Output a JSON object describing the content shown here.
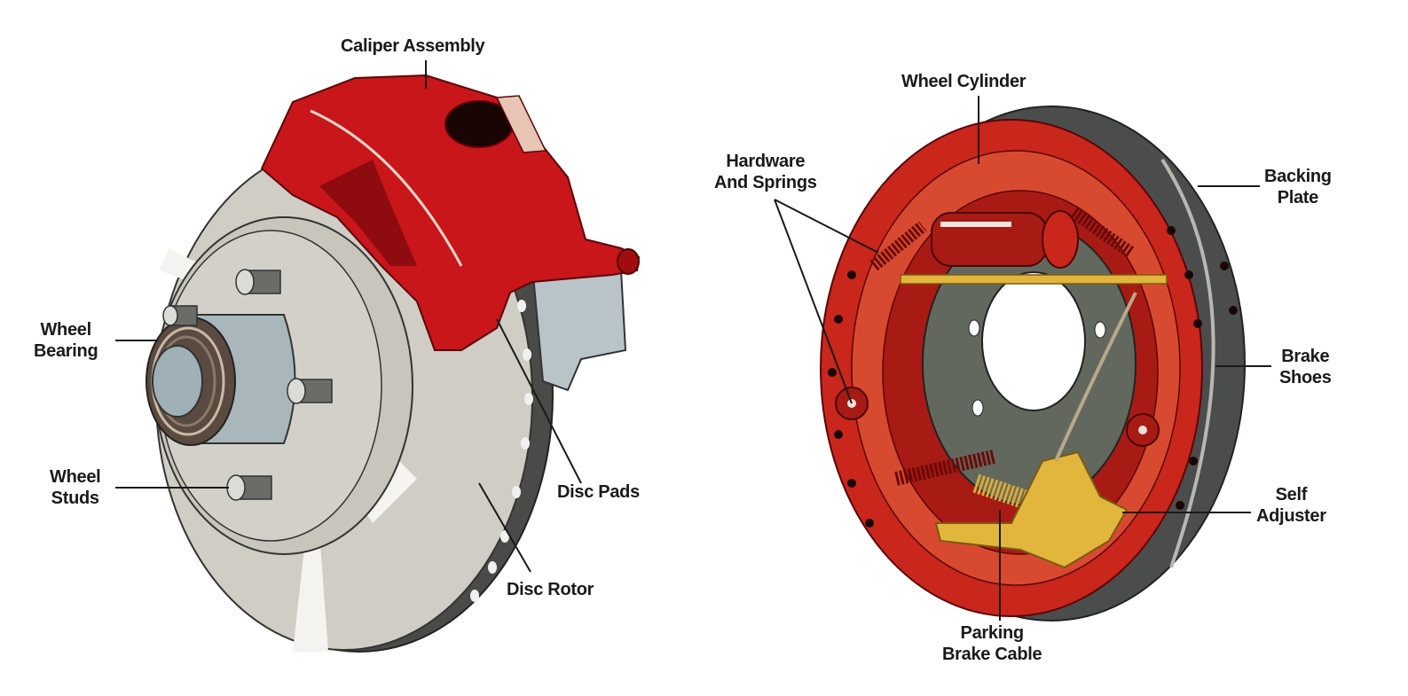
{
  "diagrams": [
    {
      "id": "disc-brake",
      "labels": {
        "caliper": "Caliper Assembly",
        "bearing": [
          "Wheel",
          "Bearing"
        ],
        "studs": [
          "Wheel",
          "Studs"
        ],
        "pads": "Disc Pads",
        "rotor": "Disc Rotor"
      }
    },
    {
      "id": "drum-brake",
      "labels": {
        "cylinder": "Wheel Cylinder",
        "hardware": [
          "Hardware",
          "And Springs"
        ],
        "backing": [
          "Backing",
          "Plate"
        ],
        "shoes": [
          "Brake",
          "Shoes"
        ],
        "adjuster": [
          "Self",
          "Adjuster"
        ],
        "cable": [
          "Parking",
          "Brake Cable"
        ]
      }
    }
  ],
  "colors": {
    "caliper_red": "#c8161b",
    "caliper_dark": "#8e0c10",
    "rotor_gray": "#cfcdc4",
    "rotor_edge": "#4a4a48",
    "hub_steel": "#a9b7bd",
    "backing_plate": "#4b4d4c",
    "shoe_red": "#c9261c",
    "spring_gold": "#e2b53c",
    "label_text": "#1a1a1a"
  }
}
